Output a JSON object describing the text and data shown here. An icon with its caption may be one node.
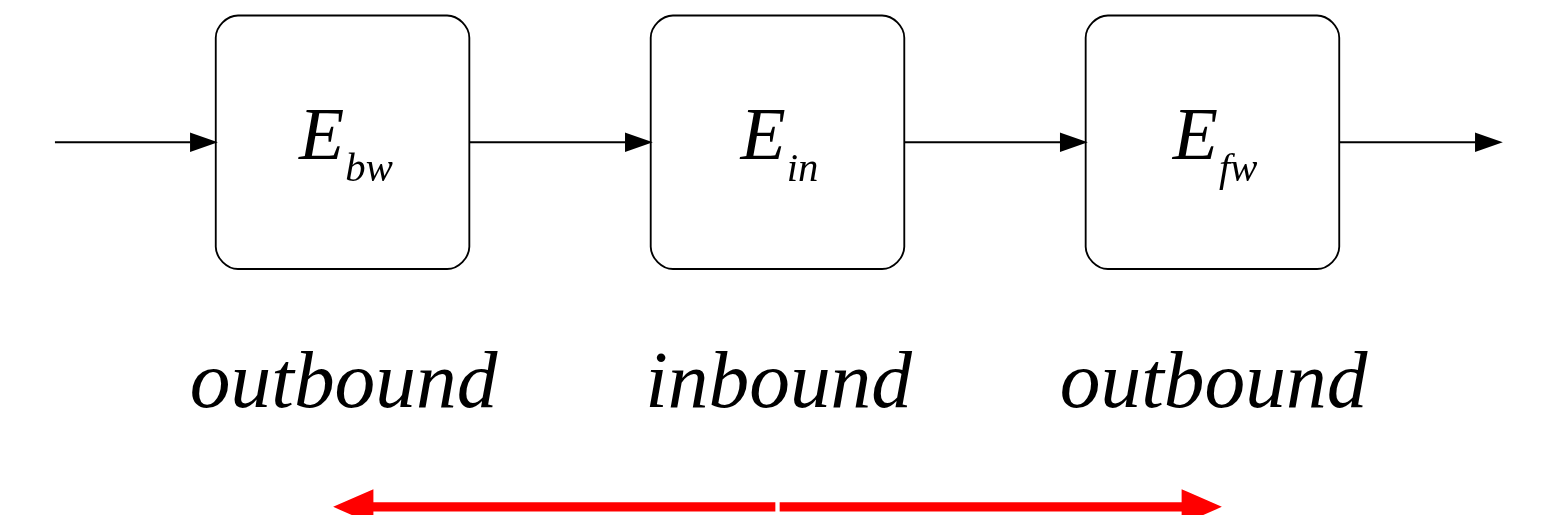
{
  "diagram": {
    "nodes": [
      {
        "text": [
          "*E*$_{bw}$"
        ]
      },
      {
        "text": [
          "*E*$_{in}$"
        ]
      },
      {
        "text": [
          "*E*$_{fw}$"
        ]
      }
    ],
    "edges": [
      {
        "from": null,
        "to": 0,
        "arrow": "to"
      },
      {
        "from": 0,
        "to": 1,
        "arrow": "to"
      },
      {
        "from": 1,
        "to": 2,
        "arrow": "to"
      },
      {
        "from": 2,
        "to": null,
        "arrow": "to"
      }
    ],
    "labels": [
      "inbound",
      "outbound",
      "outbound"
    ]
  }
}
